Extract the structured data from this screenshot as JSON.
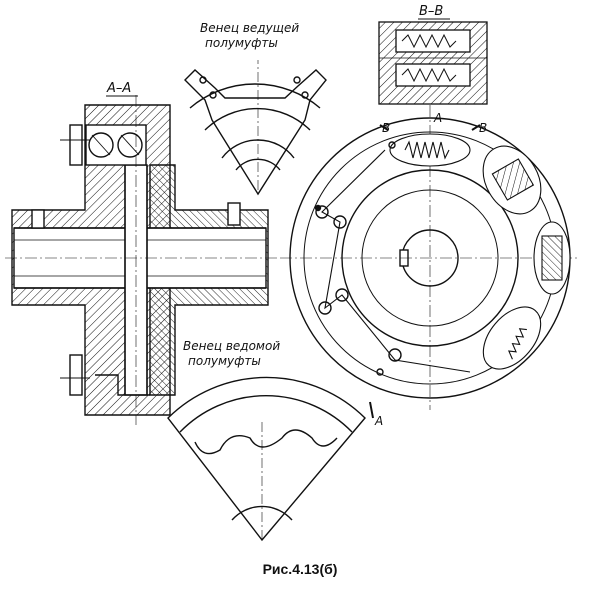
{
  "labels": {
    "driving_rim": [
      "Венец ведущей",
      "полумуфты"
    ],
    "driven_rim": [
      "Венец ведомой",
      "полумуфты"
    ],
    "section_aa": "А–А",
    "section_bb": "В–В",
    "mark_a": "А",
    "mark_b_left": "В",
    "mark_b_right": "В",
    "cut_a": "А"
  },
  "caption": "Рис.4.13(б)",
  "colors": {
    "ink": "#111111",
    "paper": "#ffffff"
  }
}
